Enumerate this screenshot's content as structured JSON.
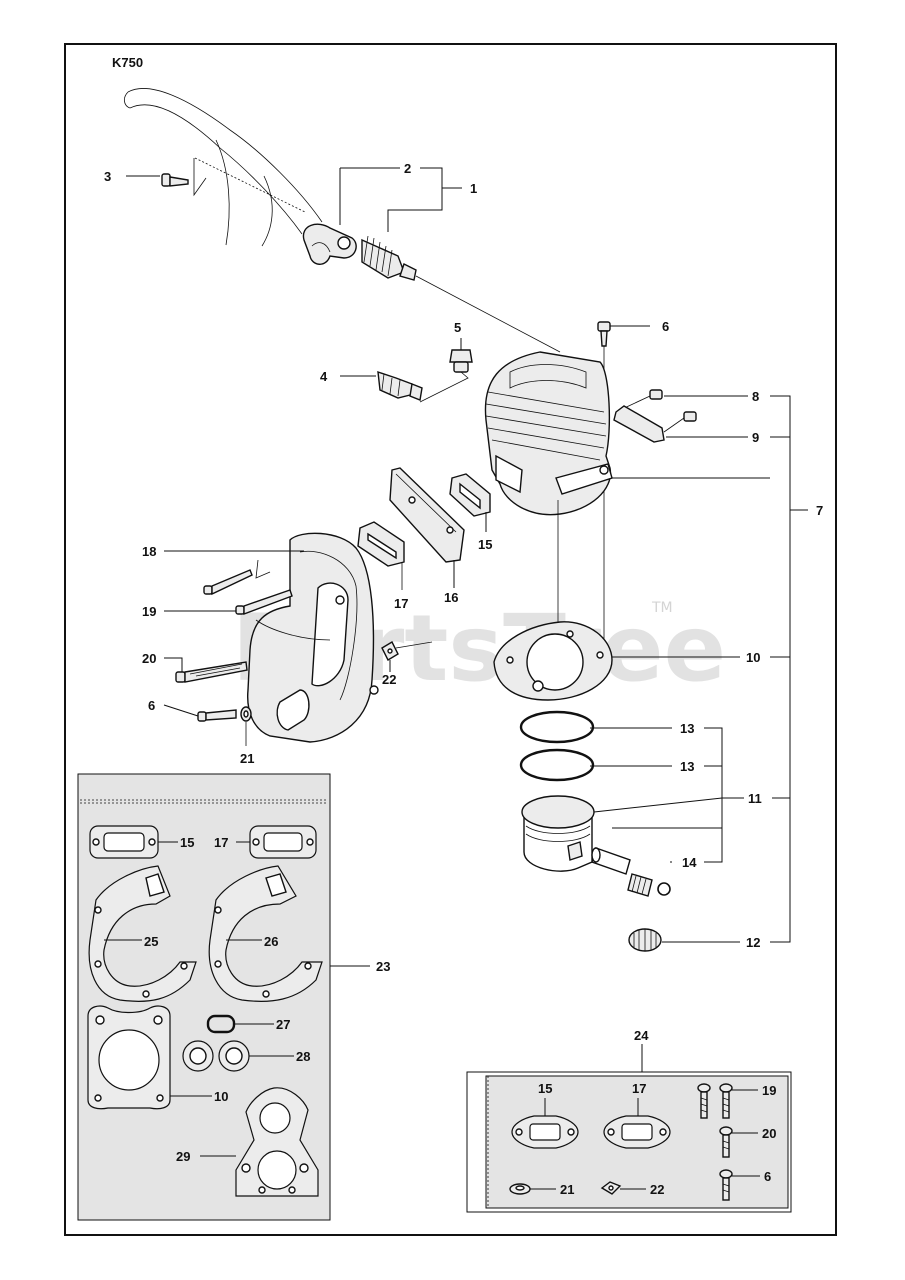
{
  "model": "K750",
  "watermark": "PartsTree",
  "watermark_tm": "TM",
  "callouts": {
    "c1": "1",
    "c2": "2",
    "c3": "3",
    "c4": "4",
    "c5": "5",
    "c6a": "6",
    "c7": "7",
    "c8": "8",
    "c9": "9",
    "c10a": "10",
    "c11": "11",
    "c12": "12",
    "c13a": "13",
    "c13b": "13",
    "c14": "14",
    "c15a": "15",
    "c16": "16",
    "c17a": "17",
    "c18": "18",
    "c19a": "19",
    "c20a": "20",
    "c6b": "6",
    "c21a": "21",
    "c22a": "22",
    "k15": "15",
    "k17": "17",
    "k25": "25",
    "k26": "26",
    "k23": "23",
    "k27": "27",
    "k28": "28",
    "k10": "10",
    "k29": "29",
    "b24": "24",
    "b15": "15",
    "b17": "17",
    "b19": "19",
    "b20": "20",
    "b6": "6",
    "b21": "21",
    "b22": "22"
  }
}
